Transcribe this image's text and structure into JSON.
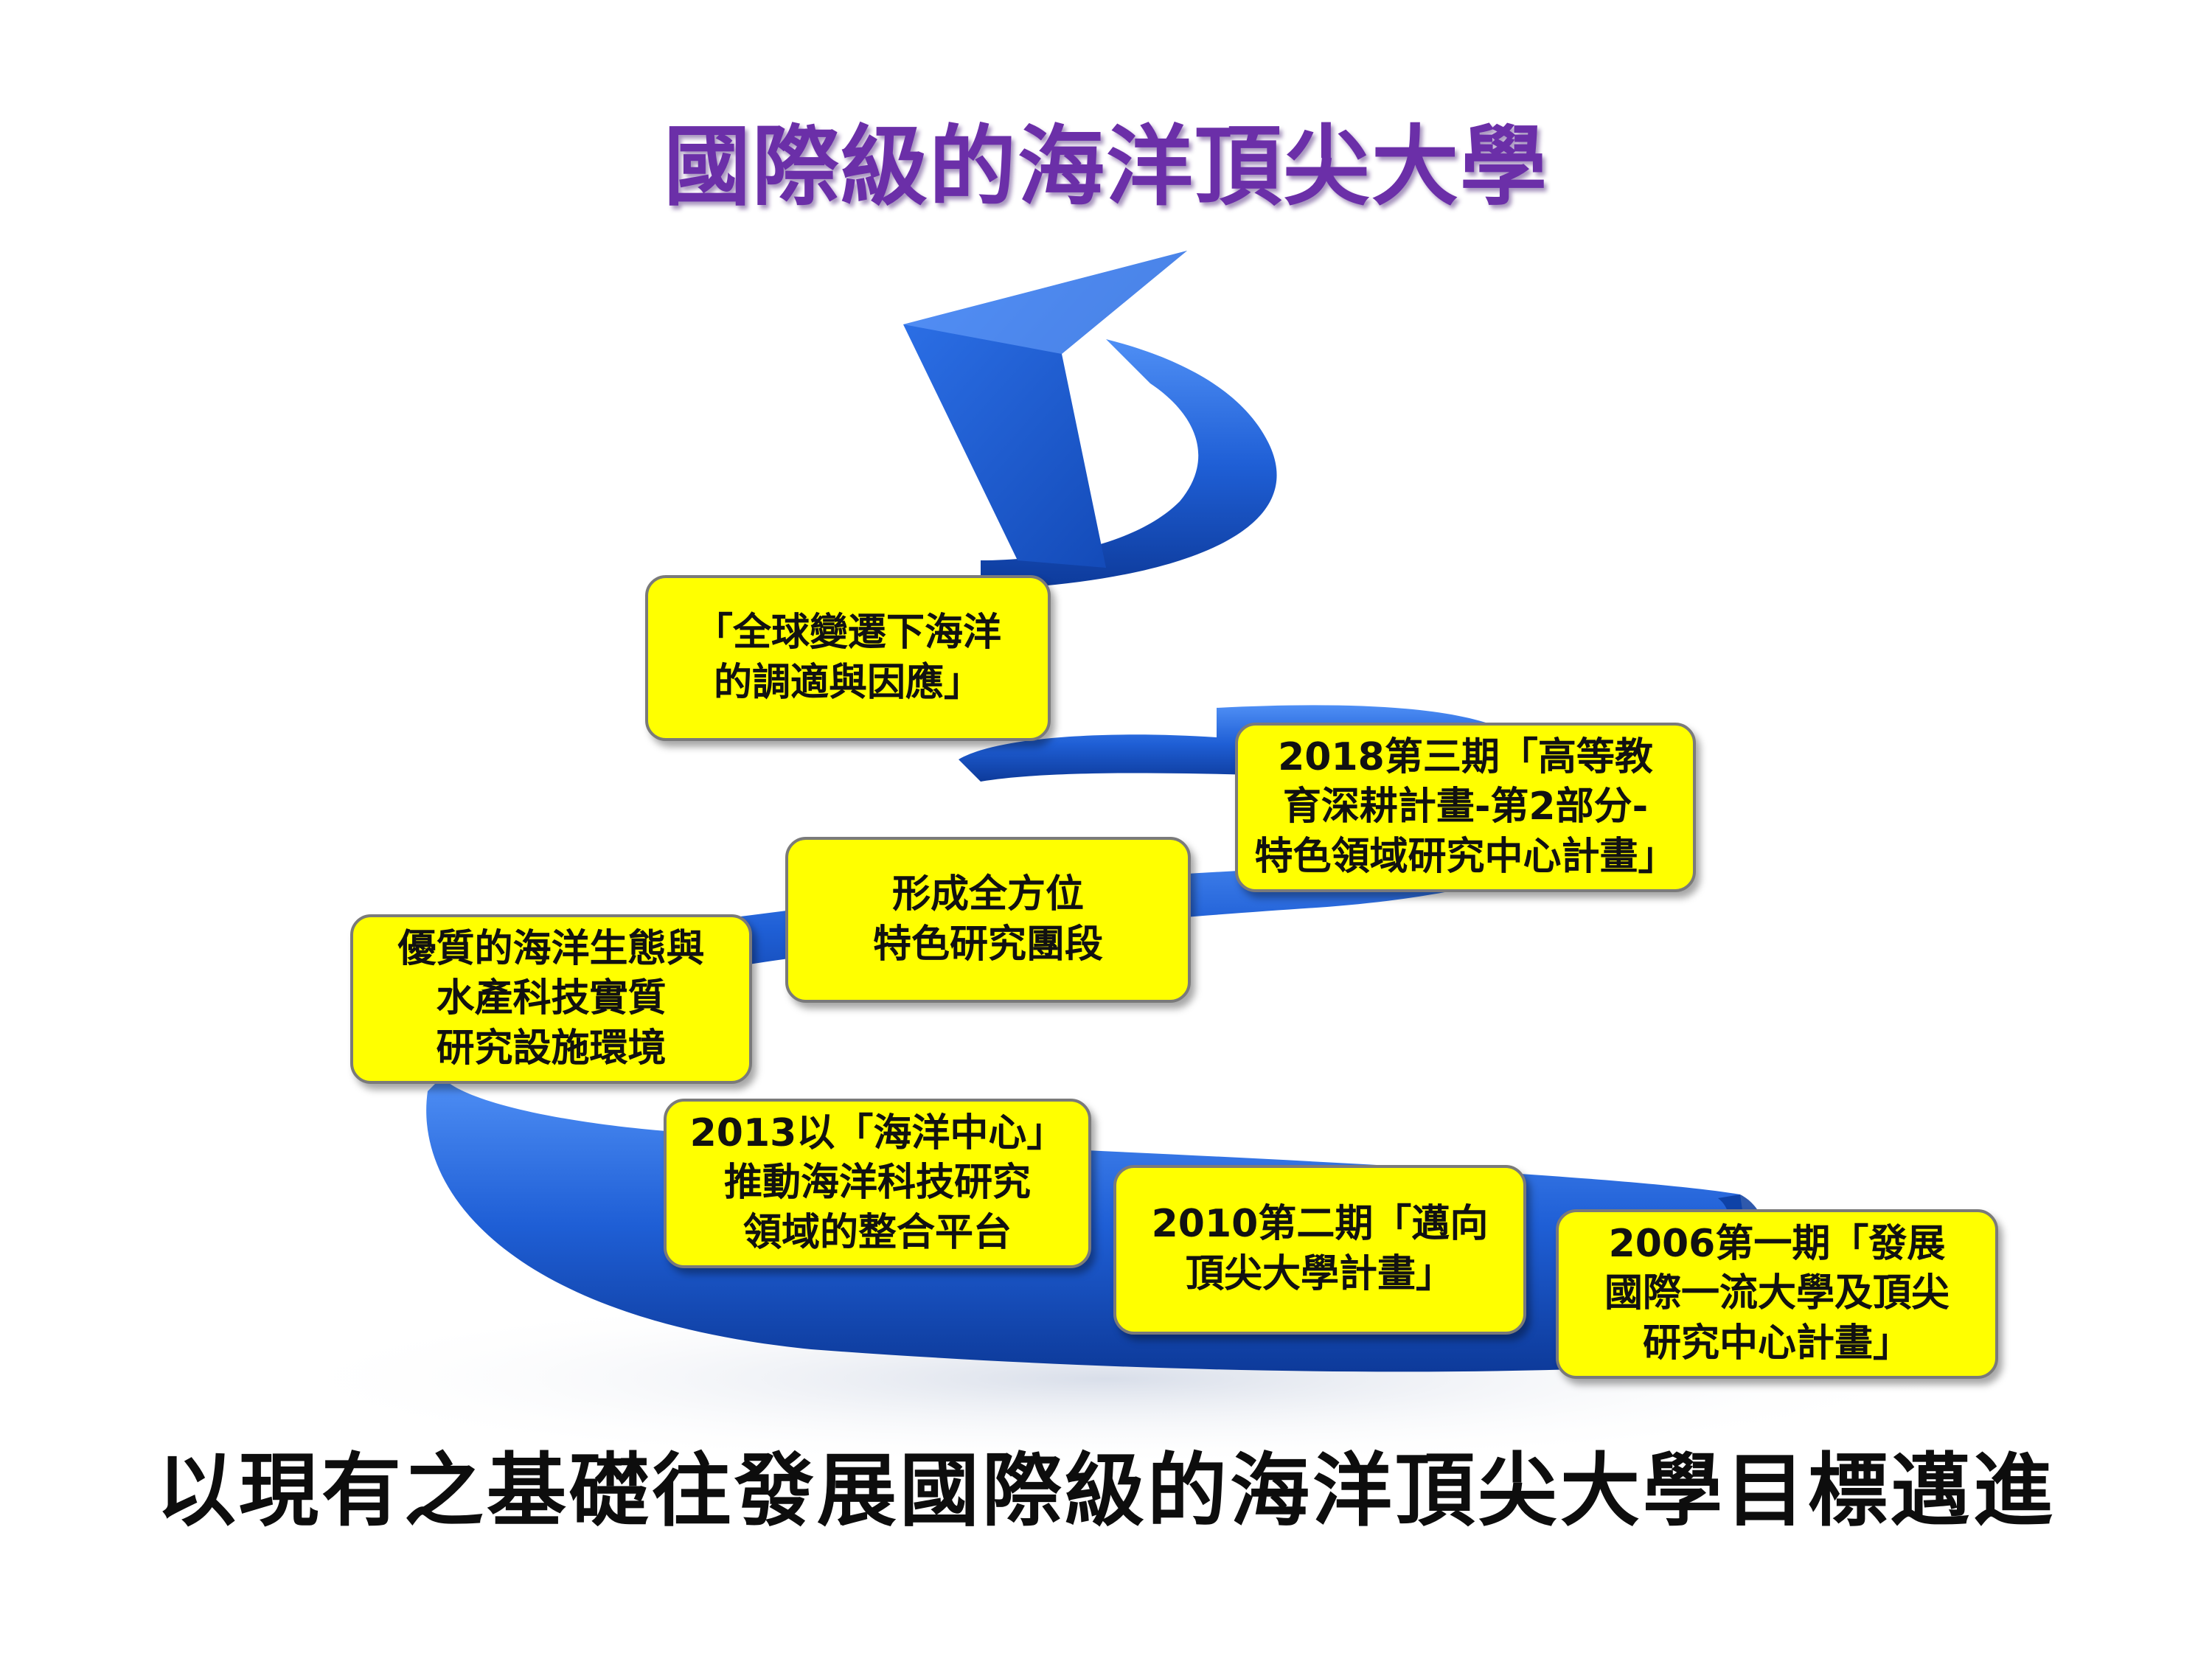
{
  "title": "國際級的海洋頂尖大學",
  "footer": "以現有之基礎往發展國際級的海洋頂尖大學目標邁進",
  "colors": {
    "title": "#6b2fa8",
    "box_fill": "#ffff00",
    "arrow_blue": "#1f5fd6"
  },
  "milestones": [
    {
      "id": "s2006",
      "text": "2006第一期「發展\n國際一流大學及頂尖\n研究中心計畫」"
    },
    {
      "id": "s2010",
      "text": "2010第二期「邁向\n頂尖大學計畫」"
    },
    {
      "id": "s2013",
      "text": "2013以「海洋中心」\n推動海洋科技研究\n領域的整合平台"
    },
    {
      "id": "facility",
      "text": "優質的海洋生態與\n水產科技實質\n研究設施環境"
    },
    {
      "id": "teams",
      "text": "形成全方位\n特色研究團段"
    },
    {
      "id": "s2018",
      "text": "2018第三期「高等教\n育深耕計畫-第2部分-\n特色領域研究中心計畫」"
    },
    {
      "id": "global",
      "text": "「全球變遷下海洋\n的調適與因應」"
    }
  ]
}
